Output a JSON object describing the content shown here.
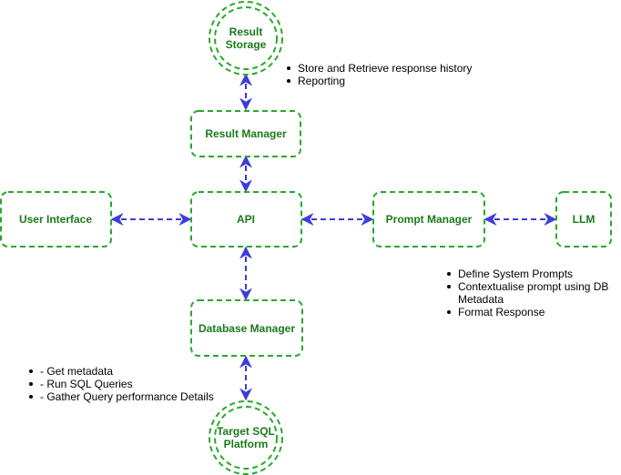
{
  "colors": {
    "node_stroke": "#2aa82a",
    "node_text": "#1a7a1a",
    "arrow": "#3d3dd6"
  },
  "nodes": {
    "result_storage": {
      "line1": "Result",
      "line2": "Storage"
    },
    "result_manager": {
      "label": "Result Manager"
    },
    "user_interface": {
      "label": "User Interface"
    },
    "api": {
      "label": "API"
    },
    "prompt_manager": {
      "label": "Prompt Manager"
    },
    "llm": {
      "label": "LLM"
    },
    "database_manager": {
      "label": "Database Manager"
    },
    "target_sql": {
      "line1": "Target SQL",
      "line2": "Platform"
    }
  },
  "notes": {
    "storage": [
      "Store and Retrieve response history",
      "Reporting"
    ],
    "prompt": [
      "Define System Prompts",
      "Contextualise prompt using DB",
      "Metadata",
      "Format Response"
    ],
    "database": [
      "- Get metadata",
      "- Run SQL Queries",
      "- Gather Query performance Details"
    ]
  }
}
